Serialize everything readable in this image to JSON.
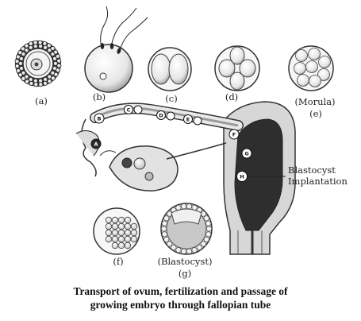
{
  "labels": {
    "a": "(a)",
    "b": "(b)",
    "c": "(c)",
    "d": "(d)",
    "morula": "(Morula)",
    "e": "(e)",
    "f": "(f)",
    "blastocyst": "(Blastocyst)",
    "g": "(g)",
    "blastocyst_line1": "Blastocyst",
    "blastocyst_line2": "Implantation"
  },
  "markers": [
    "A",
    "B",
    "C",
    "D",
    "E",
    "F",
    "G",
    "H"
  ],
  "caption": {
    "line1": "Transport of ovum, fertilization and passage of",
    "line2": "growing embryo through fallopian tube"
  }
}
